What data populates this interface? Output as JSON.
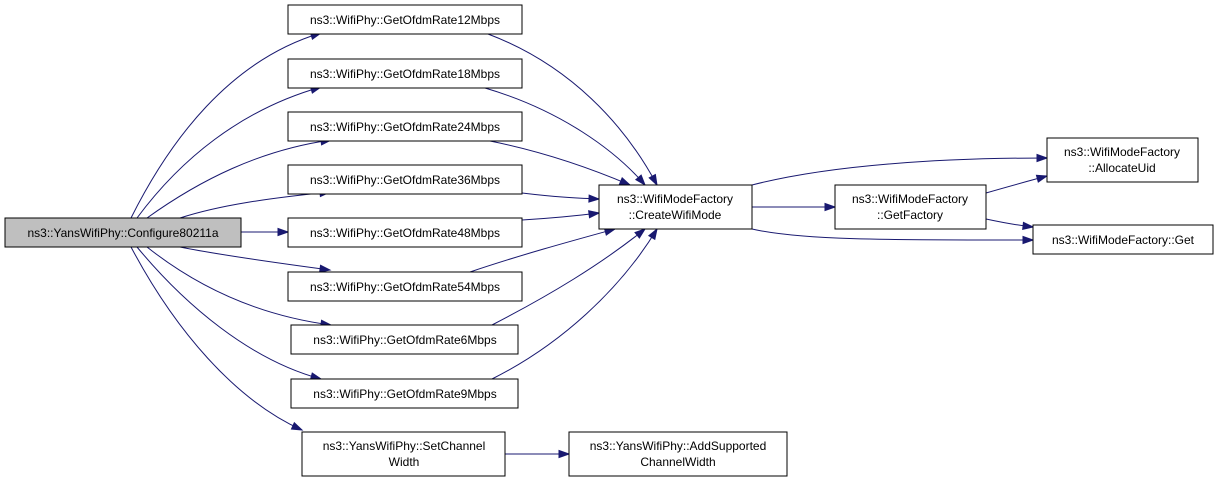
{
  "nodes": {
    "configure": {
      "lines": [
        "ns3::YansWifiPhy::Configure80211a"
      ]
    },
    "rate12": {
      "lines": [
        "ns3::WifiPhy::GetOfdmRate12Mbps"
      ]
    },
    "rate18": {
      "lines": [
        "ns3::WifiPhy::GetOfdmRate18Mbps"
      ]
    },
    "rate24": {
      "lines": [
        "ns3::WifiPhy::GetOfdmRate24Mbps"
      ]
    },
    "rate36": {
      "lines": [
        "ns3::WifiPhy::GetOfdmRate36Mbps"
      ]
    },
    "rate48": {
      "lines": [
        "ns3::WifiPhy::GetOfdmRate48Mbps"
      ]
    },
    "rate54": {
      "lines": [
        "ns3::WifiPhy::GetOfdmRate54Mbps"
      ]
    },
    "rate6": {
      "lines": [
        "ns3::WifiPhy::GetOfdmRate6Mbps"
      ]
    },
    "rate9": {
      "lines": [
        "ns3::WifiPhy::GetOfdmRate9Mbps"
      ]
    },
    "setchannel": {
      "lines": [
        "ns3::YansWifiPhy::SetChannel",
        "Width"
      ]
    },
    "createmode": {
      "lines": [
        "ns3::WifiModeFactory",
        "::CreateWifiMode"
      ]
    },
    "getfactory": {
      "lines": [
        "ns3::WifiModeFactory",
        "::GetFactory"
      ]
    },
    "allocuid": {
      "lines": [
        "ns3::WifiModeFactory",
        "::AllocateUid"
      ]
    },
    "get": {
      "lines": [
        "ns3::WifiModeFactory::Get"
      ]
    },
    "addsupported": {
      "lines": [
        "ns3::YansWifiPhy::AddSupported",
        "ChannelWidth"
      ]
    }
  },
  "edges": [
    {
      "from": "configure",
      "to": "rate12"
    },
    {
      "from": "configure",
      "to": "rate18"
    },
    {
      "from": "configure",
      "to": "rate24"
    },
    {
      "from": "configure",
      "to": "rate36"
    },
    {
      "from": "configure",
      "to": "rate48"
    },
    {
      "from": "configure",
      "to": "rate54"
    },
    {
      "from": "configure",
      "to": "rate6"
    },
    {
      "from": "configure",
      "to": "rate9"
    },
    {
      "from": "configure",
      "to": "setchannel"
    },
    {
      "from": "rate12",
      "to": "createmode"
    },
    {
      "from": "rate18",
      "to": "createmode"
    },
    {
      "from": "rate24",
      "to": "createmode"
    },
    {
      "from": "rate36",
      "to": "createmode"
    },
    {
      "from": "rate48",
      "to": "createmode"
    },
    {
      "from": "rate54",
      "to": "createmode"
    },
    {
      "from": "rate6",
      "to": "createmode"
    },
    {
      "from": "rate9",
      "to": "createmode"
    },
    {
      "from": "createmode",
      "to": "allocuid"
    },
    {
      "from": "createmode",
      "to": "getfactory"
    },
    {
      "from": "createmode",
      "to": "get"
    },
    {
      "from": "getfactory",
      "to": "allocuid"
    },
    {
      "from": "getfactory",
      "to": "get"
    },
    {
      "from": "setchannel",
      "to": "addsupported"
    }
  ],
  "colors": {
    "edge": "#191970",
    "root_fill": "#bfbfbf",
    "node_fill": "#ffffff",
    "border": "#000000"
  }
}
